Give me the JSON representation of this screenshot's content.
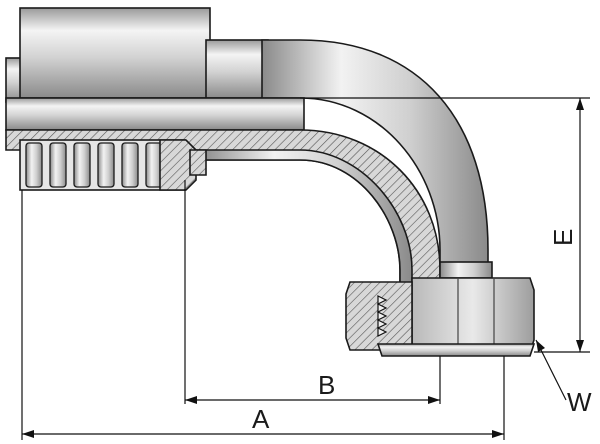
{
  "figure": {
    "labels": {
      "a": "A",
      "b": "B",
      "e": "E",
      "w": "W"
    },
    "colors": {
      "metal_light": "#f2f2f2",
      "metal_mid": "#c9c9c9",
      "metal_dark": "#8f8f8f",
      "section_fill": "#d9d9d9",
      "hatch": "#555555",
      "line": "#111111"
    }
  }
}
